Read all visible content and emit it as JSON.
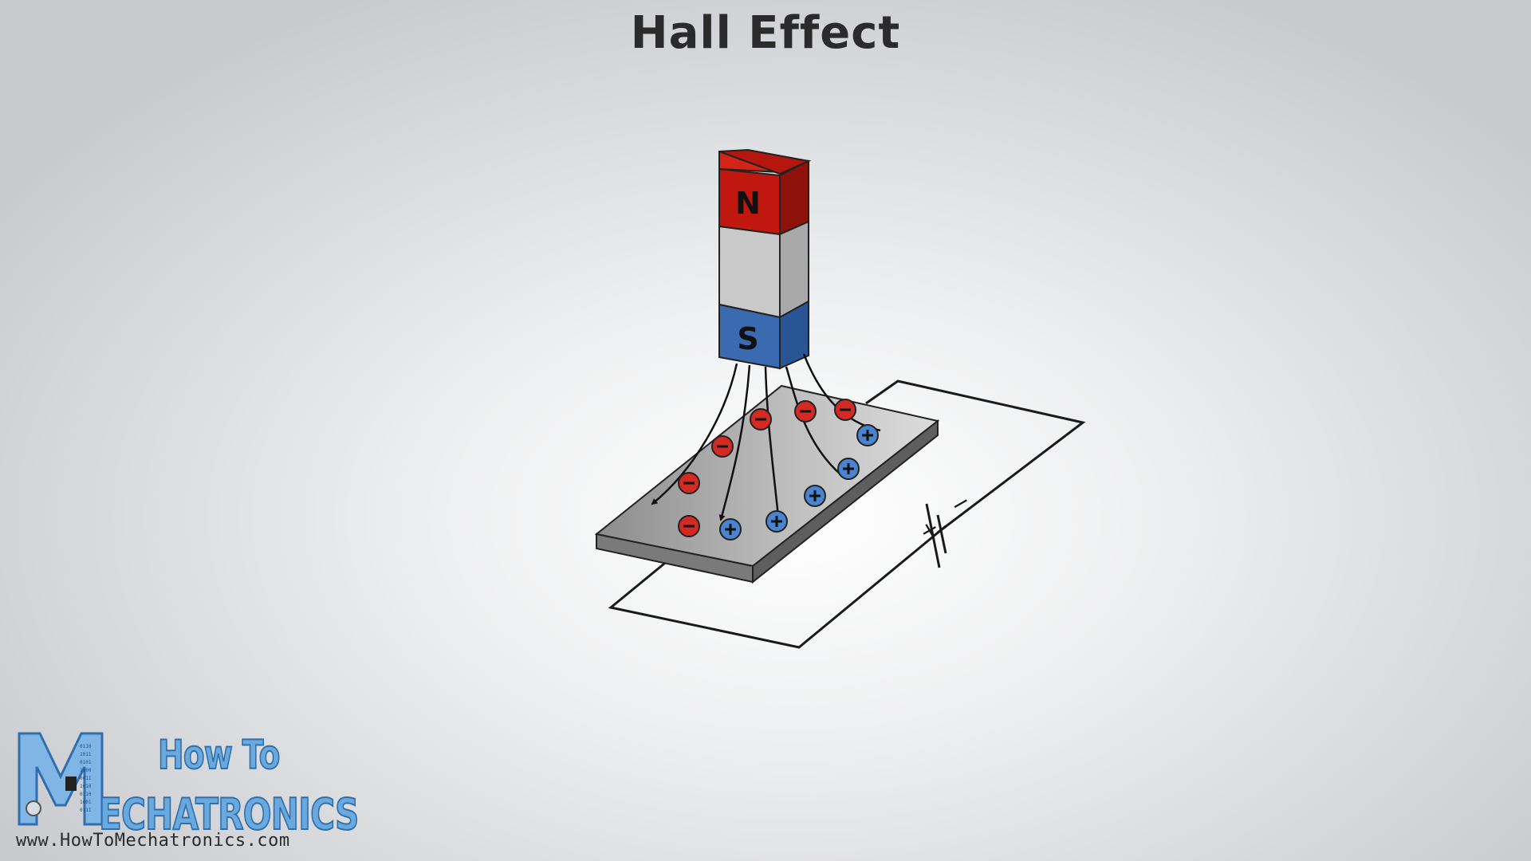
{
  "title": "Hall Effect",
  "magnet": {
    "north_label": "N",
    "south_label": "S"
  },
  "battery": {
    "plus_label": "+",
    "minus_label": "−"
  },
  "logo": {
    "line1": "How To",
    "line2": "ECHATRONICS",
    "url": "www.HowToMechatronics.com"
  },
  "colors": {
    "north": "#c0180f",
    "south": "#3a6bb0",
    "negative_charge": "#d42a24",
    "positive_charge": "#4a84cf",
    "brand_blue": "#6aa9de"
  },
  "icons": {
    "negative": "minus-circle",
    "positive": "plus-circle"
  }
}
